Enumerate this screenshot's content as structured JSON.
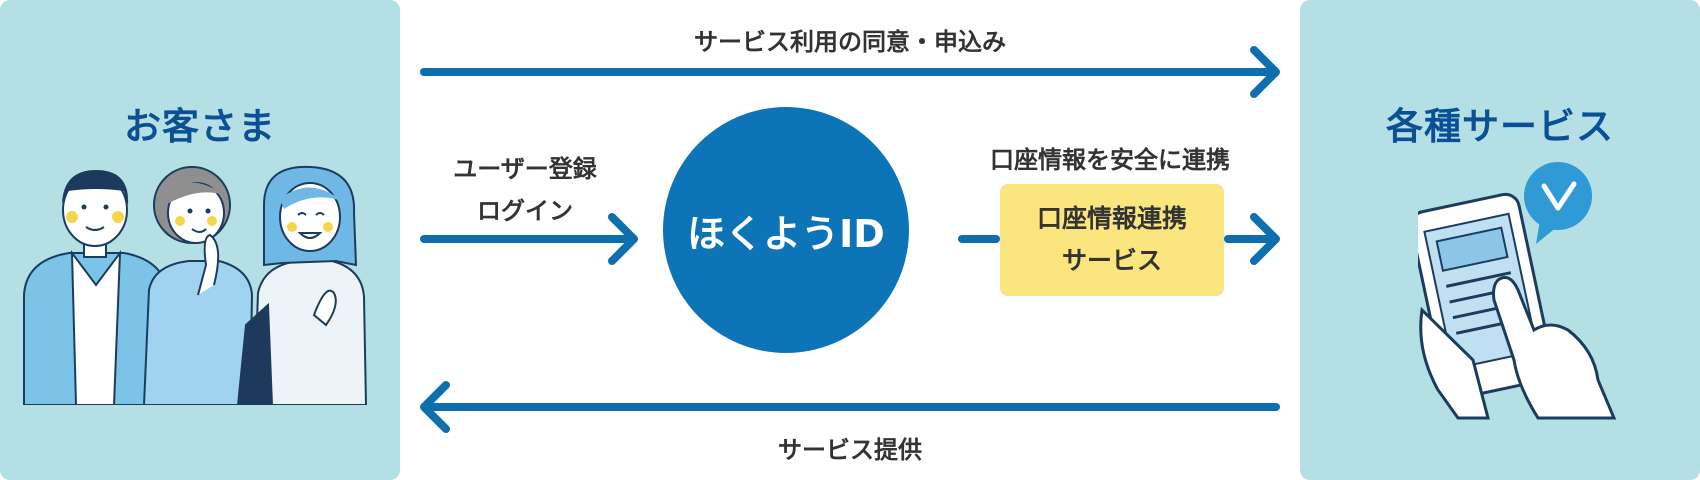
{
  "left_panel": {
    "title": "お客さま"
  },
  "right_panel": {
    "title": "各種サービス"
  },
  "arrows": {
    "top_label": "サービス利用の同意・申込み",
    "bottom_label": "サービス提供",
    "left_label_line1": "ユーザー登録",
    "left_label_line2": "ログイン",
    "right_label": "口座情報を安全に連携"
  },
  "center": {
    "label": "ほくようID"
  },
  "link_service": {
    "label": "口座情報連携\nサービス"
  },
  "colors": {
    "panel_bg": "#b3dfe5",
    "title_text": "#0b4f94",
    "arrow": "#0d6fae",
    "circle": "#0d74b7",
    "yellow_box": "#fbe57e"
  },
  "icons": {
    "left_panel": "people-illustration",
    "right_panel": "smartphone-checkmark-illustration"
  }
}
